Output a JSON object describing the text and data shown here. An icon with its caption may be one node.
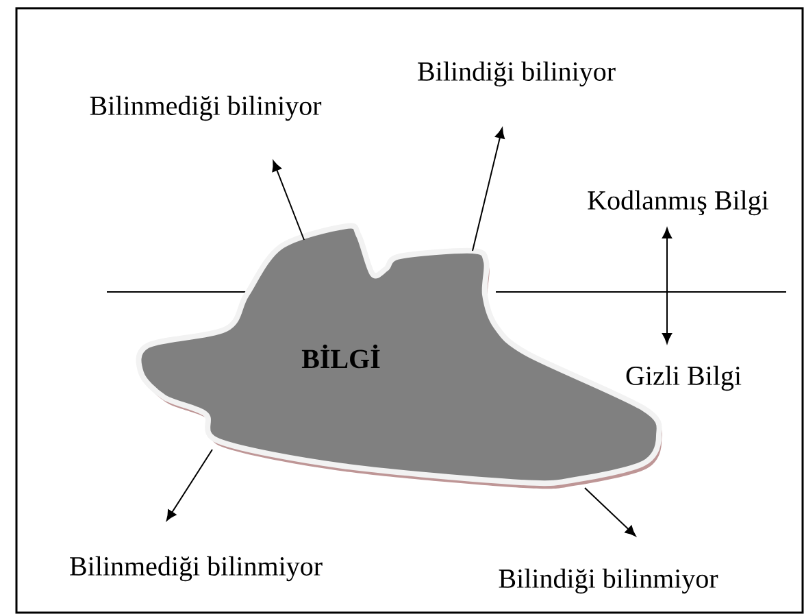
{
  "diagram": {
    "nodes": [
      {
        "text": [
          "BİLGİ"
        ]
      },
      {
        "text": [
          "Bilinmediği biliniyor"
        ]
      },
      {
        "text": [
          "Bilindiği biliniyor"
        ]
      },
      {
        "text": [
          "Kodlanmış Bilgi"
        ]
      },
      {
        "text": [
          "Gizli Bilgi"
        ]
      },
      {
        "text": [
          "Bilinmediği bilinmiyor"
        ]
      },
      {
        "text": [
          "Bilindiği bilinmiyor"
        ]
      }
    ],
    "edges": [
      {
        "from": 0,
        "to": 1,
        "arrow": "to"
      },
      {
        "from": 0,
        "to": 2,
        "arrow": "to"
      },
      {
        "from": 3,
        "to": 4,
        "arrow": "both"
      },
      {
        "from": 0,
        "to": 5,
        "arrow": "to"
      },
      {
        "from": 0,
        "to": 6,
        "arrow": "to"
      }
    ]
  }
}
